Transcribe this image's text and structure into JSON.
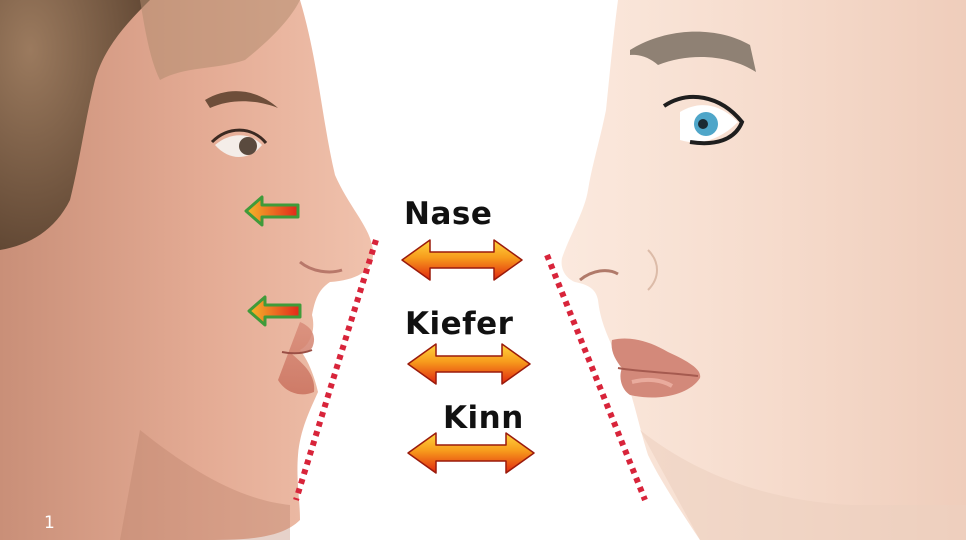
{
  "labels": {
    "nose": "Nase",
    "jaw": "Kiefer",
    "chin": "Kinn"
  },
  "figure_number": "1",
  "colors": {
    "dotted_line": "#d8243a",
    "arrow_red": "#e32612",
    "arrow_orange": "#f7a21b",
    "arrow_green": "#3f9b3a",
    "photo_skin": "#e7b29c",
    "illustration_skin": "#f8e4d8",
    "hair": "#7a5c45"
  },
  "icons": [
    "double-arrow-icon",
    "left-arrow-icon"
  ]
}
